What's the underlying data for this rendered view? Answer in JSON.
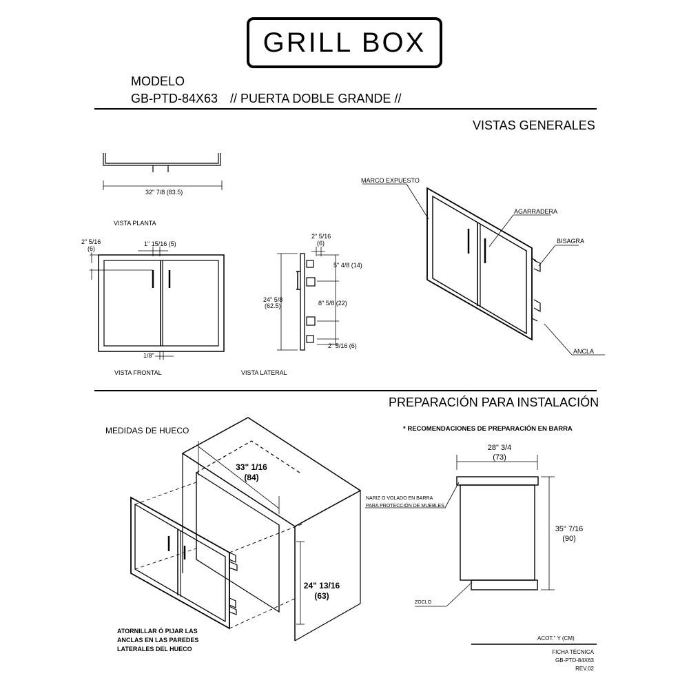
{
  "logo": {
    "text": "GRILL BOX"
  },
  "header": {
    "model_label": "MODELO",
    "model_code": "GB-PTD-84X63",
    "model_desc": "// PUERTA DOBLE GRANDE //"
  },
  "sections": {
    "general_views": "VISTAS GENERALES",
    "installation": "PREPARACIÓN PARA INSTALACIÓN"
  },
  "views": {
    "plan": "VISTA PLANTA",
    "front": "VISTA FRONTAL",
    "side": "VISTA LATERAL"
  },
  "dims": {
    "plan_width": "32\" 7/8 (83.5)",
    "front_top_left_1": "2\" 5/16",
    "front_top_left_2": "(6)",
    "front_top_mid": "1\" 15/16 (5)",
    "front_gap": "1/8\"",
    "side_top_1": "2\" 5/16",
    "side_top_2": "(6)",
    "side_a": "5\" 4/8 (14)",
    "side_b": "8\" 5/8 (22)",
    "side_c": "2\" 5/16  (6)",
    "side_height_1": "24\" 5/8",
    "side_height_2": "(62.5)",
    "hole_width_1": "33\" 1/16",
    "hole_width_2": "(84)",
    "hole_height_1": "24\" 13/16",
    "hole_height_2": "(63)",
    "bar_width_1": "28\" 3/4",
    "bar_width_2": "(73)",
    "bar_height_1": "35\" 7/16",
    "bar_height_2": "(90)"
  },
  "callouts": {
    "frame": "MARCO EXPUESTO",
    "handle": "AGARRADERA",
    "hinge": "BISAGRA",
    "anchor": "ANCLA",
    "nose_1": "NARIZ O VOLADO EN BARRA",
    "nose_2": "PARA PROTECCIÓN DE MUEBLES",
    "plinth": "ZOCLO"
  },
  "installation": {
    "hole_title": "MEDIDAS DE HUECO",
    "bar_note": "* RECOMENDACIONES DE PREPARACIÓN EN BARRA",
    "instr_1": "ATORNILLAR Ó PIJAR  LAS",
    "instr_2": "ANCLAS EN LAS PAREDES",
    "instr_3": "LATERALES DEL HUECO"
  },
  "footer": {
    "units": "ACOT.\" Y (CM)",
    "sheet": "FICHA TÉCNICA",
    "code": "GB-PTD-84X63",
    "rev": "REV.02"
  }
}
